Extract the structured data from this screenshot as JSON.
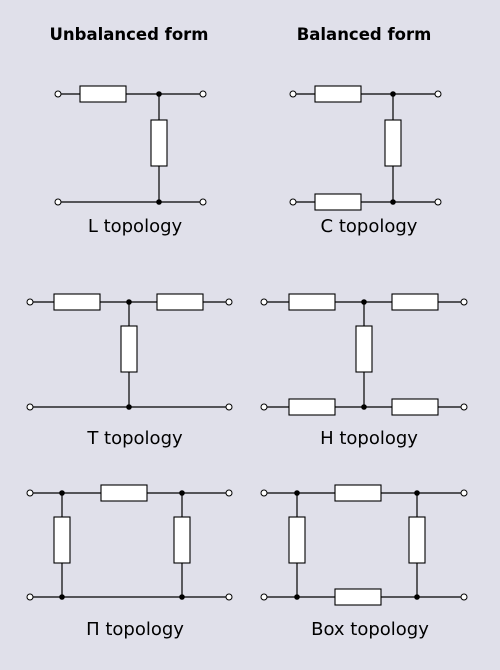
{
  "headings": {
    "unbalanced": "Unbalanced form",
    "balanced": "Balanced form"
  },
  "topologies": [
    {
      "id": "l",
      "label": "L topology"
    },
    {
      "id": "c",
      "label": "C topology"
    },
    {
      "id": "t",
      "label": "T topology"
    },
    {
      "id": "h",
      "label": "H topology"
    },
    {
      "id": "pi",
      "label": "Π topology"
    },
    {
      "id": "box",
      "label": "Box topology"
    }
  ],
  "colors": {
    "background": "#e0e0ea",
    "line": "#000000",
    "component_fill": "#ffffff"
  }
}
